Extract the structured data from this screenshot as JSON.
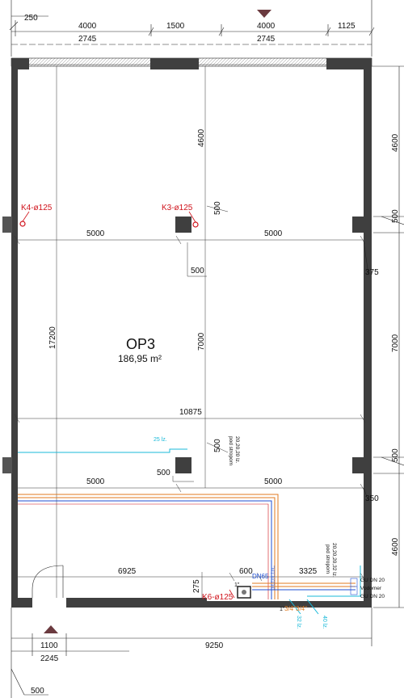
{
  "colors": {
    "wall": "#3f3f3f",
    "column": "#555555",
    "marker": "#6b3a3f",
    "red": "#d0121b",
    "blue": "#1f4fd3",
    "cyan": "#19b9d9",
    "orange": "#e07a1f"
  },
  "room": {
    "name": "OP3",
    "area": "186,95 m²"
  },
  "top_dims": {
    "d250": "250",
    "d4000a": "4000",
    "d2745a": "2745",
    "d1500": "1500",
    "d4000b": "4000",
    "d2745b": "2745",
    "d1125": "1125"
  },
  "right_dims": {
    "d4600a": "4600",
    "d500a": "500",
    "d375": "375",
    "d7000": "7000",
    "d500b": "500",
    "d350": "350",
    "d4600b": "4600"
  },
  "inner_dims": {
    "d4600": "4600",
    "d500_k3": "500",
    "d5000a": "5000",
    "d500_mid": "500",
    "d5000b": "5000",
    "d17200": "17200",
    "d7000": "7000",
    "d10875": "10875",
    "d500_col": "500",
    "d500_lower": "500",
    "d5000c": "5000",
    "d5000d": "5000",
    "d6925": "6925",
    "d600": "600",
    "d3325": "3325",
    "d275": "275"
  },
  "bottom_dims": {
    "d1100": "1100",
    "d2245": "2245",
    "d9250": "9250",
    "d500": "500"
  },
  "vents": {
    "k4": "K4-ø125",
    "k3": "K3-ø125",
    "k6": "K6-ø125"
  },
  "pipes": {
    "cyan_top": "25 lz.",
    "text1": "20,20,20 lz.",
    "text1b": "pod stropom",
    "text2": "20,20,20,32 lz.",
    "text2b": "pod stropom",
    "dn65": "DN65",
    "inch1": "1\"",
    "inch_b": "1\"",
    "inch34a": "3/4\"",
    "inch34b": "3/4\"",
    "cyan_b1": "32 lz.",
    "cyan_b2": "40 lz.",
    "gu1": "GU DN 20",
    "vodomer": "Vodomer",
    "gu2": "GU DN 20",
    "pipe_vert": "\"10\"|\"10\"|\"10\""
  }
}
